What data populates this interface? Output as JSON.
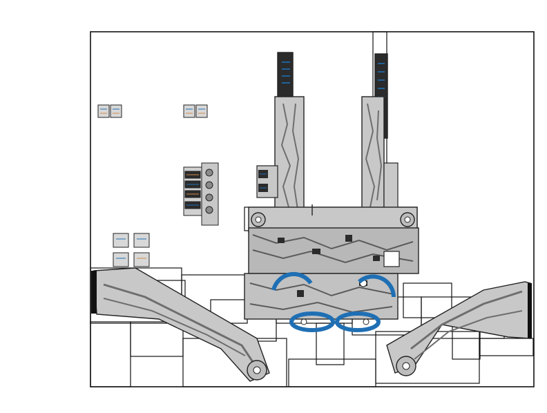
{
  "diagram": {
    "kind": "pcb-layout-render",
    "has_title": false,
    "has_axes": false,
    "has_legend": false,
    "colors": {
      "background": "#ffffff",
      "outline": "#111111",
      "copper": "#c8c8c8",
      "trace": "#6e6e6e",
      "dark": "#2b2b2b",
      "via_blue": "#1f6fb4",
      "pad_orange": "#d08a4a"
    },
    "parts": [
      "board-outline",
      "left-arm",
      "right-arm",
      "left-tower",
      "right-tower",
      "center-body",
      "blue-gears",
      "small-footprints",
      "connector-stack",
      "courtyard-outlines"
    ]
  }
}
